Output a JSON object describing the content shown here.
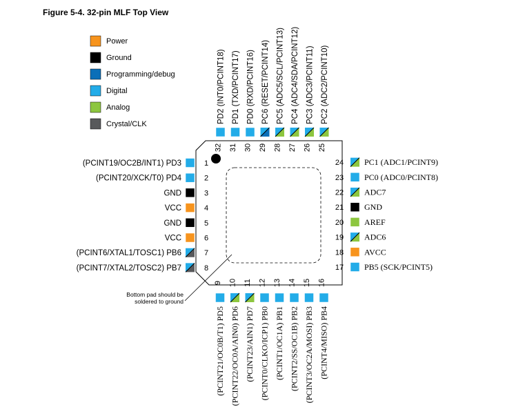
{
  "title": "Figure 5-4.  32-pin MLF Top View",
  "colors": {
    "power": "#F7941D",
    "ground": "#000000",
    "programming": "#0B6FB8",
    "digital": "#23ACE8",
    "analog": "#8DC63F",
    "crystal": "#58595B"
  },
  "legend": [
    {
      "type": "power",
      "label": "Power"
    },
    {
      "type": "ground",
      "label": "Ground"
    },
    {
      "type": "programming",
      "label": "Programming/debug"
    },
    {
      "type": "digital",
      "label": "Digital"
    },
    {
      "type": "analog",
      "label": "Analog"
    },
    {
      "type": "crystal",
      "label": "Crystal/CLK"
    }
  ],
  "note": [
    "Bottom pad should be",
    "soldered to ground"
  ],
  "pins_left": [
    {
      "num": "1",
      "label": "(PCINT19/OC2B/INT1) PD3",
      "types": [
        "digital"
      ]
    },
    {
      "num": "2",
      "label": "(PCINT20/XCK/T0) PD4",
      "types": [
        "digital"
      ]
    },
    {
      "num": "3",
      "label": "GND",
      "types": [
        "ground"
      ]
    },
    {
      "num": "4",
      "label": "VCC",
      "types": [
        "power"
      ]
    },
    {
      "num": "5",
      "label": "GND",
      "types": [
        "ground"
      ]
    },
    {
      "num": "6",
      "label": "VCC",
      "types": [
        "power"
      ]
    },
    {
      "num": "7",
      "label": "(PCINT6/XTAL1/TOSC1) PB6",
      "types": [
        "digital",
        "crystal"
      ]
    },
    {
      "num": "8",
      "label": "(PCINT7/XTAL2/TOSC2) PB7",
      "types": [
        "digital",
        "crystal"
      ]
    }
  ],
  "pins_bottom": [
    {
      "num": "9",
      "label": "(PCINT21/OC0B/T1) PD5",
      "types": [
        "digital"
      ]
    },
    {
      "num": "10",
      "label": "(PCINT22/OC0A/AIN0) PD6",
      "types": [
        "digital",
        "analog"
      ]
    },
    {
      "num": "11",
      "label": "(PCINT23/AIN1) PD7",
      "types": [
        "digital",
        "analog"
      ]
    },
    {
      "num": "12",
      "label": "(PCINT0/CLKO/ICP1) PB0",
      "types": [
        "digital"
      ]
    },
    {
      "num": "13",
      "label": "(PCINT1/OC1A) PB1",
      "types": [
        "digital"
      ]
    },
    {
      "num": "14",
      "label": "(PCINT2/SS/OC1B) PB2",
      "types": [
        "digital"
      ]
    },
    {
      "num": "15",
      "label": "(PCINT3/OC2A/MOSI) PB3",
      "types": [
        "digital"
      ]
    },
    {
      "num": "16",
      "label": "(PCINT4/MISO) PB4",
      "types": [
        "digital"
      ]
    }
  ],
  "pins_right": [
    {
      "num": "17",
      "label": "PB5 (SCK/PCINT5)",
      "types": [
        "digital"
      ]
    },
    {
      "num": "18",
      "label": "AVCC",
      "types": [
        "power"
      ]
    },
    {
      "num": "19",
      "label": "ADC6",
      "types": [
        "digital",
        "analog"
      ]
    },
    {
      "num": "20",
      "label": "AREF",
      "types": [
        "analog"
      ]
    },
    {
      "num": "21",
      "label": "GND",
      "types": [
        "ground"
      ]
    },
    {
      "num": "22",
      "label": "ADC7",
      "types": [
        "digital",
        "analog"
      ]
    },
    {
      "num": "23",
      "label": "PC0 (ADC0/PCINT8)",
      "types": [
        "digital"
      ]
    },
    {
      "num": "24",
      "label": "PC1 (ADC1/PCINT9)",
      "types": [
        "digital",
        "analog"
      ]
    }
  ],
  "pins_top": [
    {
      "num": "25",
      "label": "PC2 (ADC2/PCINT10)",
      "types": [
        "digital",
        "analog"
      ]
    },
    {
      "num": "26",
      "label": "PC3 (ADC3/PCINT11)",
      "types": [
        "digital",
        "analog"
      ]
    },
    {
      "num": "27",
      "label": "PC4 (ADC4/SDA/PCINT12)",
      "types": [
        "digital",
        "analog"
      ]
    },
    {
      "num": "28",
      "label": "PC5 (ADC5/SCL/PCINT13)",
      "types": [
        "digital",
        "analog"
      ]
    },
    {
      "num": "29",
      "label": "PC6 (RESET/PCINT14)",
      "types": [
        "digital",
        "programming"
      ]
    },
    {
      "num": "30",
      "label": "PD0 (RXD/PCINT16)",
      "types": [
        "digital"
      ]
    },
    {
      "num": "31",
      "label": "PD1 (TXD/PCINT17)",
      "types": [
        "digital"
      ]
    },
    {
      "num": "32",
      "label": "PD2 (INT0/PCINT18)",
      "types": [
        "digital"
      ]
    }
  ]
}
